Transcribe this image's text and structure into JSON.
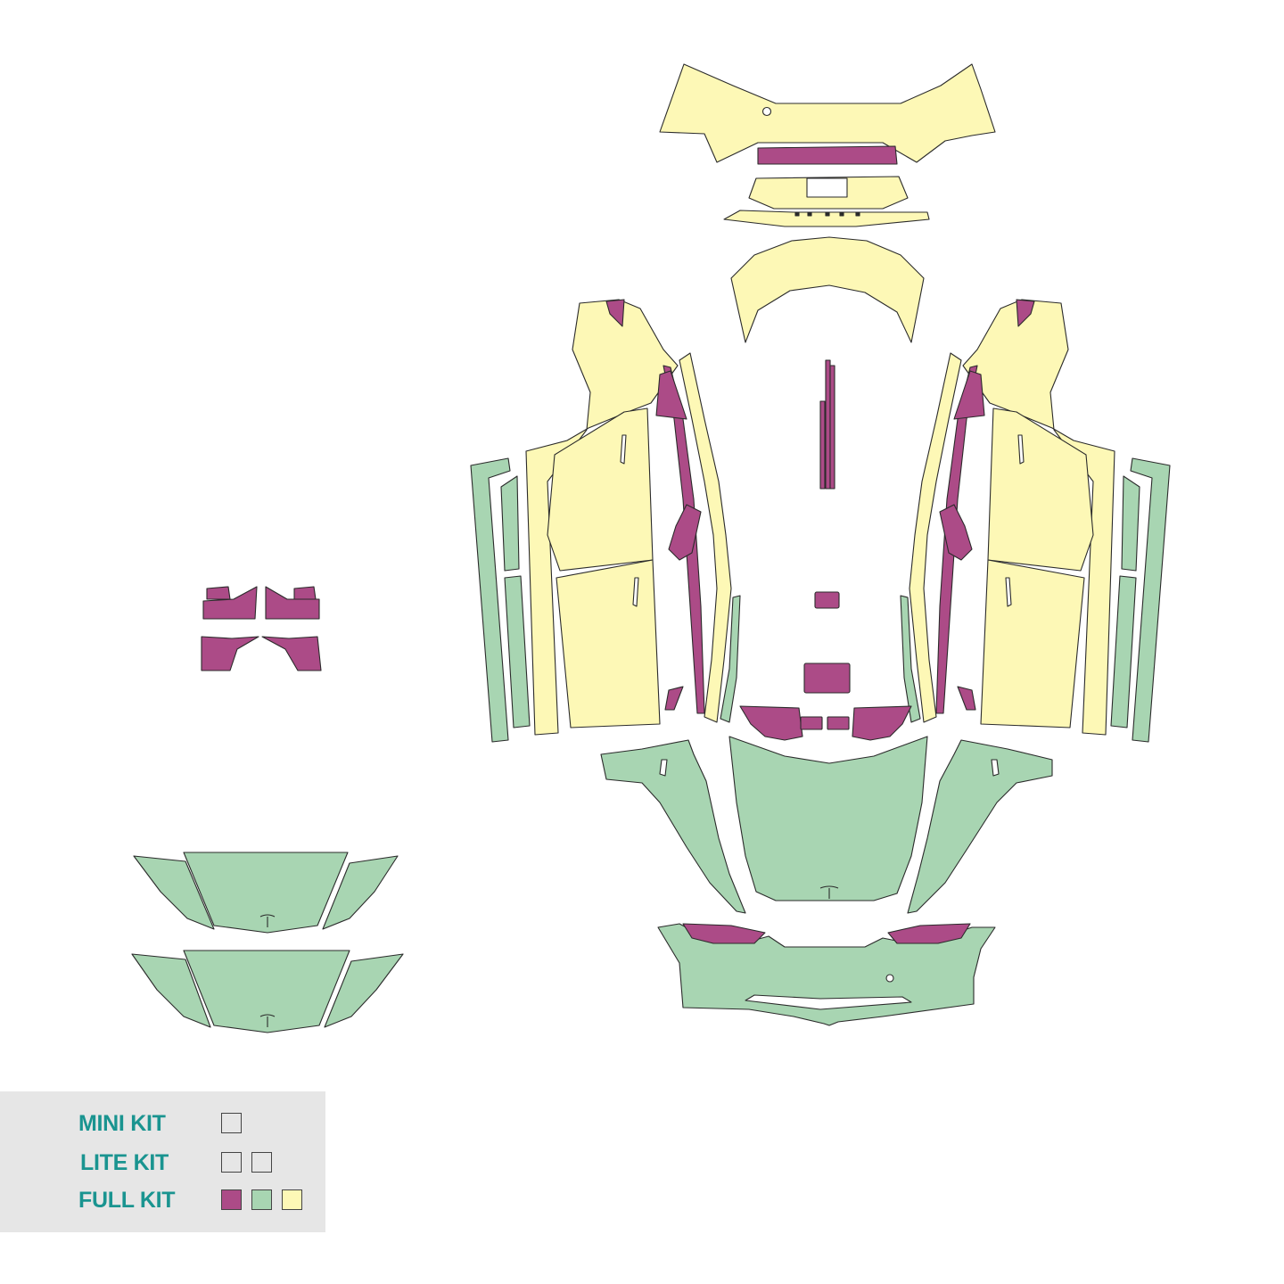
{
  "colors": {
    "yellow": "#fdf8b6",
    "green": "#a8d5b2",
    "magenta": "#ac4b87",
    "outline": "#2b2b2b",
    "legend_text": "#1a9490",
    "legend_bg": "#e6e6e6",
    "background": "#ffffff"
  },
  "legend": {
    "rows": [
      {
        "label": "MINI KIT",
        "swatches": [
          "none"
        ]
      },
      {
        "label": "LITE KIT",
        "swatches": [
          "none",
          "none"
        ]
      },
      {
        "label": "FULL KIT",
        "swatches": [
          "magenta",
          "green",
          "yellow"
        ]
      }
    ]
  }
}
